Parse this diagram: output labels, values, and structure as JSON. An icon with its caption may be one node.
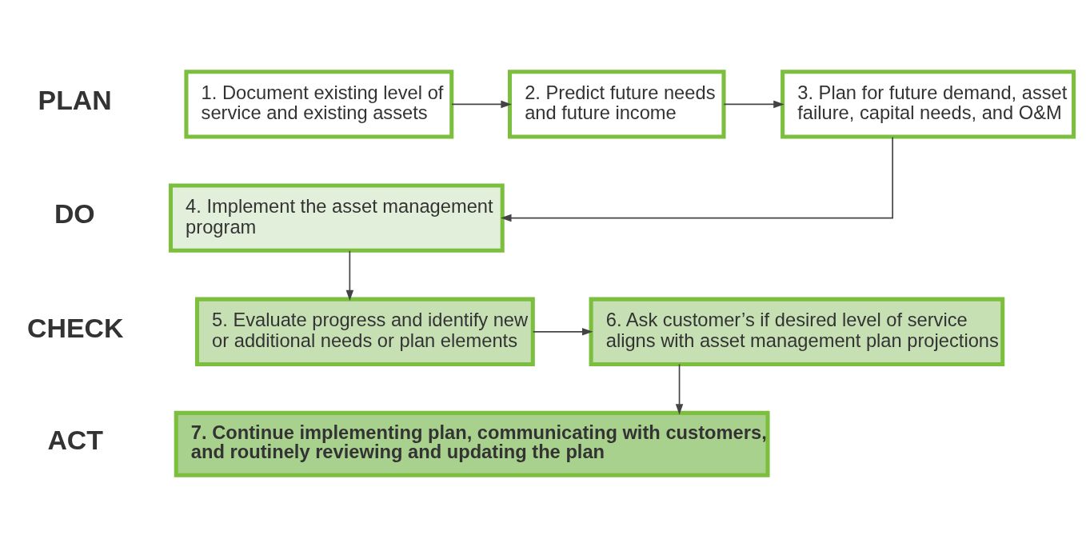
{
  "diagram": {
    "nodes": [
      {
        "text": [
          "1. Document existing level of service and existing assets"
        ]
      },
      {
        "text": [
          "2. Predict future needs and future income"
        ]
      },
      {
        "text": [
          "3. Plan for future demand, asset failure, capital needs, and O&M"
        ]
      },
      {
        "text": [
          "4. Implement the asset management program"
        ]
      },
      {
        "text": [
          "5. Evaluate progress and identify new or additional needs or plan elements"
        ]
      },
      {
        "text": [
          "6. Ask customer’s if desired level of service aligns with asset management plan projections"
        ]
      },
      {
        "text": [
          "7. Continue implementing plan, communicating with customers, and routinely reviewing and updating the plan"
        ]
      }
    ],
    "edges": [
      {
        "from": 0,
        "to": 1,
        "arrow": "to"
      },
      {
        "from": 1,
        "to": 2,
        "arrow": "to"
      },
      {
        "from": 2,
        "to": 3,
        "arrow": "to"
      },
      {
        "from": 3,
        "to": 4,
        "arrow": "to"
      },
      {
        "from": 4,
        "to": 5,
        "arrow": "to"
      },
      {
        "from": 5,
        "to": 6,
        "arrow": "to"
      }
    ],
    "labels": [
      "PLAN",
      "DO",
      "CHECK",
      "ACT"
    ]
  }
}
